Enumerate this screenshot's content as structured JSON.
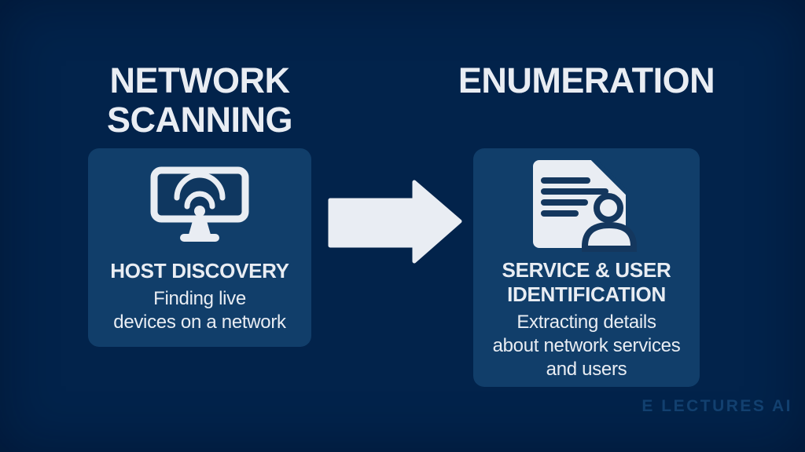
{
  "theme": {
    "background": "#02234b",
    "card": "#113e6a",
    "foreground": "#e9edf3",
    "icon_dark": "#14375e",
    "screen_fill": "#0f3760",
    "watermark_color": "#12406f"
  },
  "titles": {
    "left_lines": [
      "NETWORK",
      "SCANNING"
    ],
    "right_lines": [
      "ENUMERATION"
    ]
  },
  "cards": {
    "left": {
      "icon": "monitor-wifi-icon",
      "heading_lines": [
        "HOST DISCOVERY"
      ],
      "description_lines": [
        "Finding live",
        "devices on a network"
      ]
    },
    "right": {
      "icon": "document-user-icon",
      "heading_lines": [
        "SERVICE & USER",
        "IDENTIFICATION"
      ],
      "description_lines": [
        "Extracting details",
        "about network services",
        "and users"
      ]
    }
  },
  "arrow": {
    "direction": "right"
  },
  "watermark": {
    "text": "E LECTURES AI"
  }
}
